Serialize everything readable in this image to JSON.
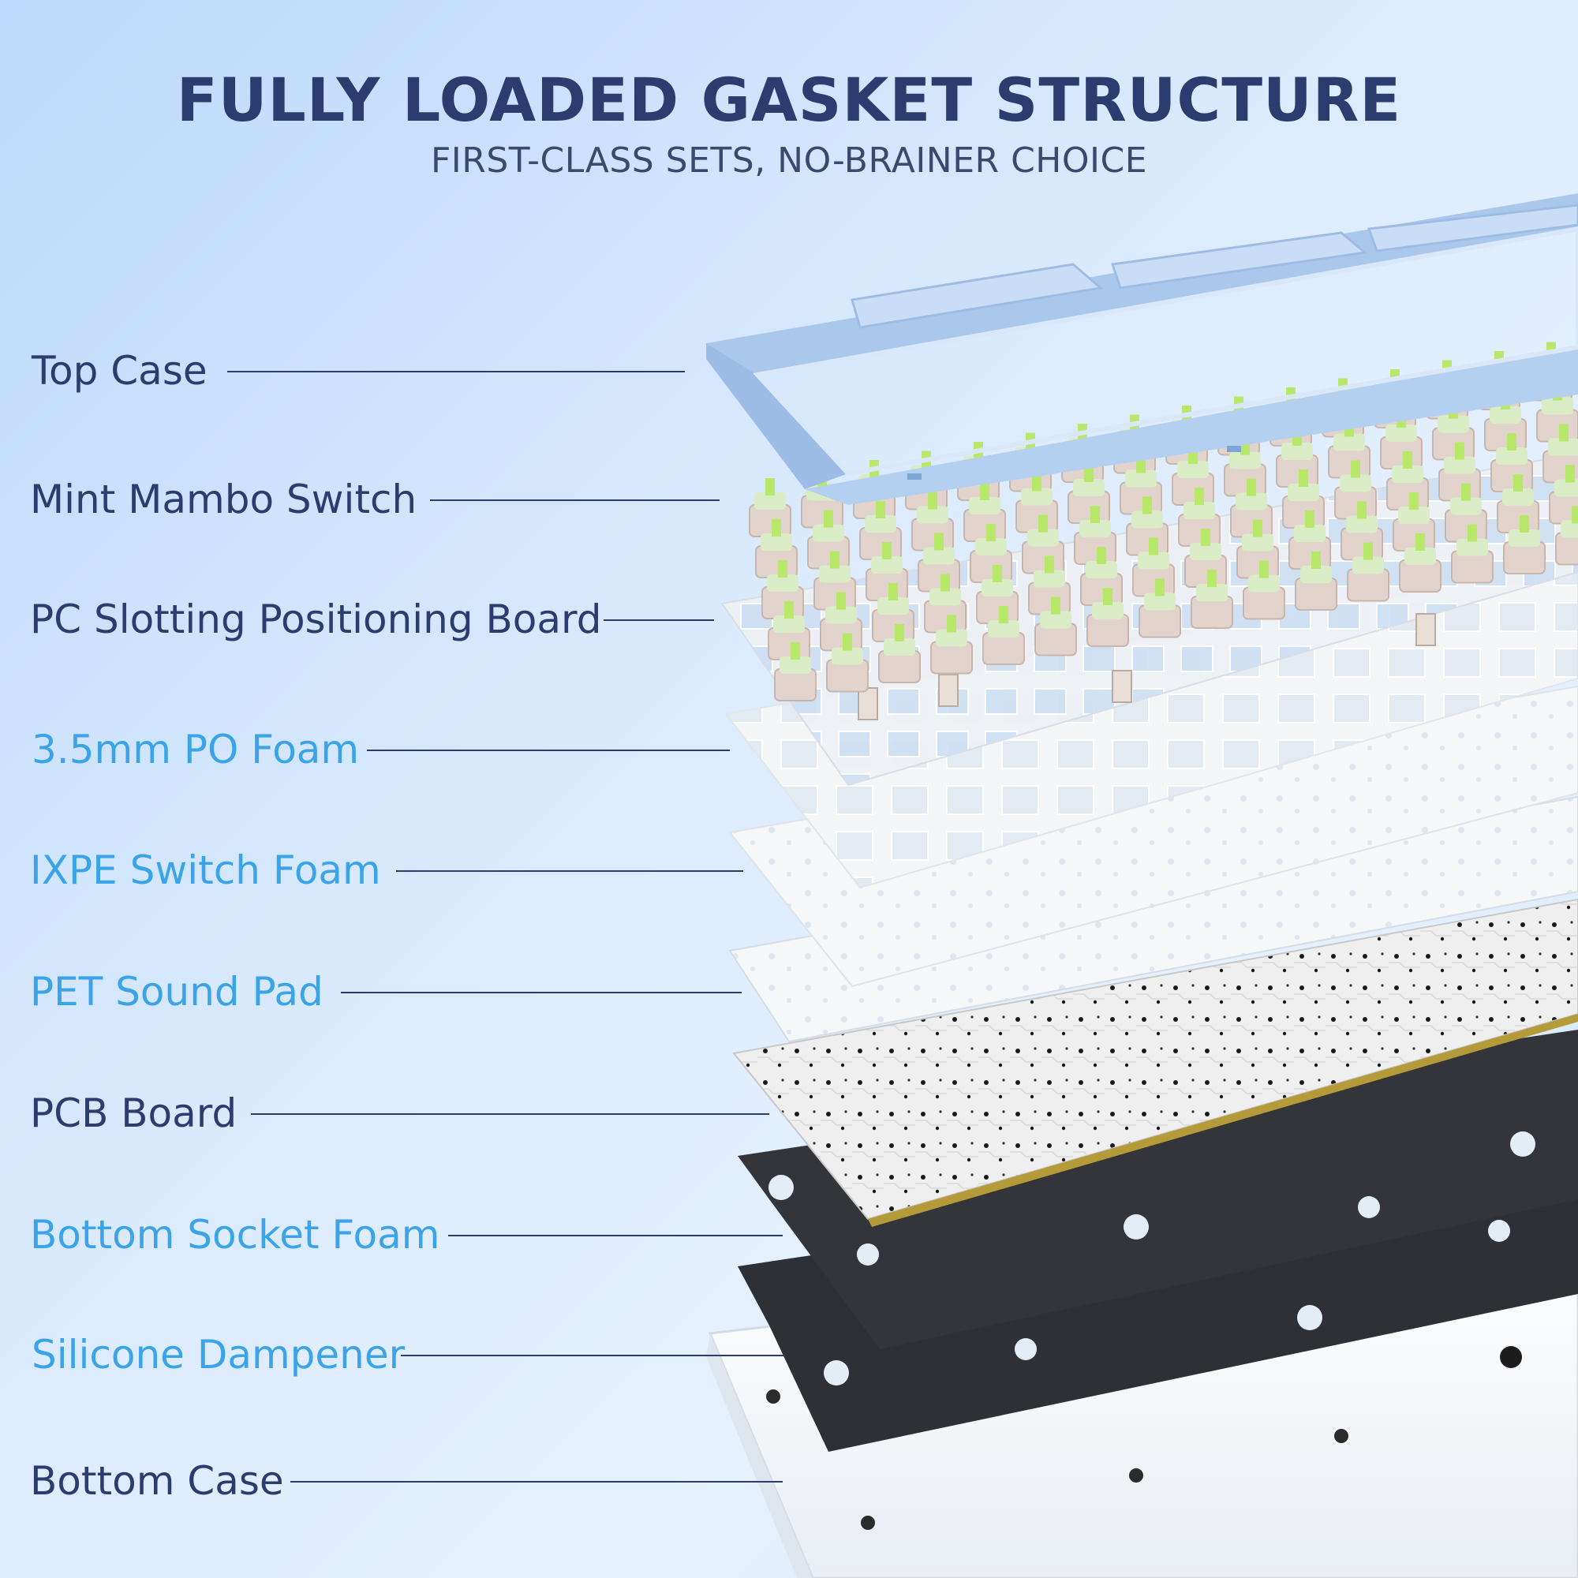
{
  "header": {
    "title": "FULLY LOADED GASKET STRUCTURE",
    "subtitle": "FIRST-CLASS SETS, NO-BRAINER CHOICE"
  },
  "colors": {
    "title": "#2a3d6e",
    "label_dark": "#2a3d6e",
    "label_blue": "#3ba3e8",
    "leader_line": "#2a3d6e",
    "top_case": "#b8d4f2",
    "switch_housing": "#e2d3cc",
    "switch_stem": "#b8e86a",
    "plate": "#eef0f4",
    "foam": "#f7f7f7",
    "pcb": "#eeeeee",
    "bottom_foam": "#2e3036",
    "bottom_case": "#ffffff"
  },
  "layers": [
    {
      "label": "Top Case",
      "tone": "dark"
    },
    {
      "label": "Mint Mambo Switch",
      "tone": "dark"
    },
    {
      "label": "PC Slotting Positioning Board",
      "tone": "dark"
    },
    {
      "label": "3.5mm PO Foam",
      "tone": "blue"
    },
    {
      "label": "IXPE Switch Foam",
      "tone": "blue"
    },
    {
      "label": "PET Sound Pad",
      "tone": "blue"
    },
    {
      "label": "PCB Board",
      "tone": "dark"
    },
    {
      "label": "Bottom Socket Foam",
      "tone": "blue"
    },
    {
      "label": "Silicone Dampener",
      "tone": "blue"
    },
    {
      "label": "Bottom Case",
      "tone": "dark"
    }
  ]
}
